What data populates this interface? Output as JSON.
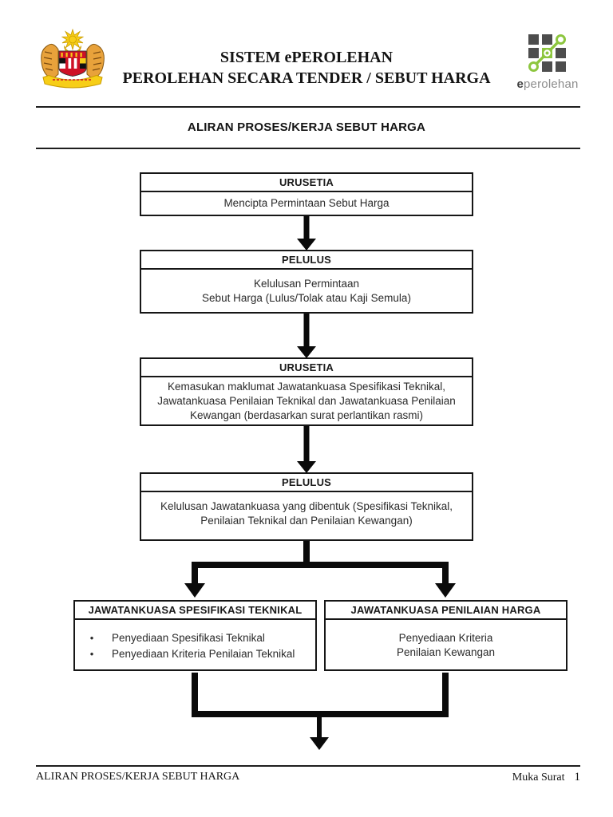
{
  "header": {
    "title_line1": "SISTEM ePEROLEHAN",
    "title_line2": "PEROLEHAN SECARA TENDER / SEBUT HARGA",
    "logo": {
      "text_bold": "e",
      "text_rest": "perolehan"
    }
  },
  "section_title": "ALIRAN PROSES/KERJA SEBUT HARGA",
  "flowchart": {
    "steps": [
      {
        "header": "URUSETIA",
        "lines": [
          "Mencipta Permintaan Sebut Harga"
        ]
      },
      {
        "header": "PELULUS",
        "lines": [
          "Kelulusan Permintaan",
          "Sebut Harga (Lulus/Tolak atau Kaji Semula)"
        ]
      },
      {
        "header": "URUSETIA",
        "lines": [
          "Kemasukan maklumat Jawatankuasa Spesifikasi Teknikal,",
          "Jawatankuasa Penilaian Teknikal dan Jawatankuasa Penilaian",
          "Kewangan (berdasarkan surat perlantikan rasmi)"
        ]
      },
      {
        "header": "PELULUS",
        "lines": [
          "Kelulusan Jawatankuasa yang dibentuk (Spesifikasi Teknikal,",
          "Penilaian Teknikal dan Penilaian Kewangan)"
        ]
      }
    ],
    "branch_left": {
      "header": "JAWATANKUASA SPESIFIKASI TEKNIKAL",
      "bullets": [
        "Penyediaan Spesifikasi Teknikal",
        "Penyediaan Kriteria Penilaian Teknikal"
      ]
    },
    "branch_right": {
      "header": "JAWATANKUASA PENILAIAN HARGA",
      "lines": [
        "Penyediaan Kriteria",
        "Penilaian Kewangan"
      ]
    }
  },
  "footer": {
    "left_text": "ALIRAN PROSES/KERJA SEBUT HARGA",
    "page_label": "Muka Surat",
    "page_number": "1"
  },
  "colors": {
    "logo_green": "#8DC63F",
    "logo_dark": "#4D4D4D",
    "crest_yellow": "#F7CE17",
    "crest_red": "#CE1126"
  }
}
